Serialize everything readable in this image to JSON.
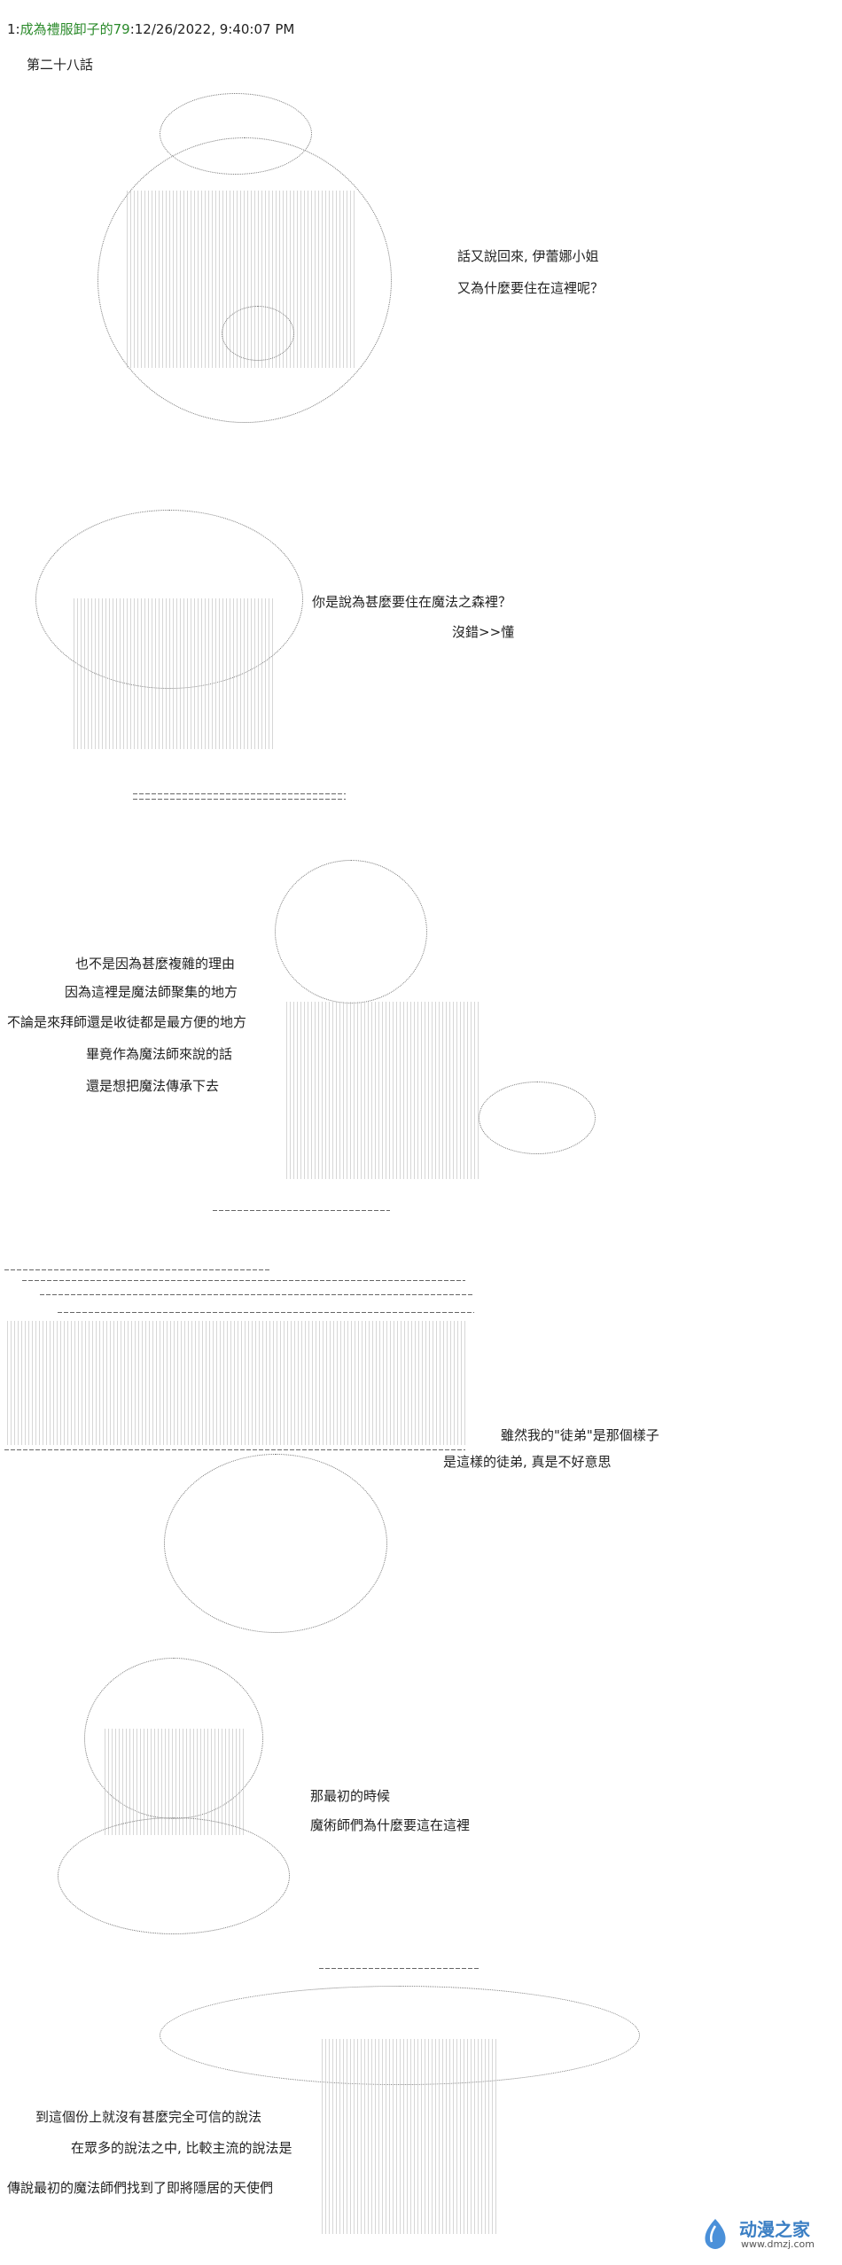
{
  "post": {
    "number": "1:",
    "name": "成為禮服卸子的79",
    "date": ":12/26/2022, 9:40:07 PM"
  },
  "chapter_title": "第二十八話",
  "panels": [
    {
      "id": "panel1",
      "lines": [
        "話又說回來, 伊蕾娜小姐",
        "又為什麼要住在這裡呢？"
      ]
    },
    {
      "id": "panel2",
      "lines": [
        "你是說為甚麼要住在魔法之森裡？",
        "沒錯>>懂"
      ]
    },
    {
      "id": "panel3",
      "lines": [
        "也不是因為甚麼複雜的理由",
        "因為這裡是魔法師聚集的地方",
        "不論是來拜師還是收徒都是最方便的地方",
        "畢竟作為魔法師來說的話",
        "還是想把魔法傳承下去"
      ]
    },
    {
      "id": "panel4",
      "lines": [
        "雖然我的\"徒弟\"是那個樣子",
        "是這樣的徒弟, 真是不好意思"
      ]
    },
    {
      "id": "panel5",
      "lines": [
        "那最初的時候",
        "魔術師們為什麼要這在這裡"
      ]
    },
    {
      "id": "panel6",
      "lines": [
        "到這個份上就沒有甚麼完全可信的說法",
        "在眾多的說法之中, 比較主流的說法是",
        "傳說最初的魔法師們找到了即將隱居的天使們"
      ]
    }
  ],
  "watermark": {
    "title": "动漫之家",
    "url": "www.dmzj.com",
    "icon": "dmzj-logo-icon"
  }
}
